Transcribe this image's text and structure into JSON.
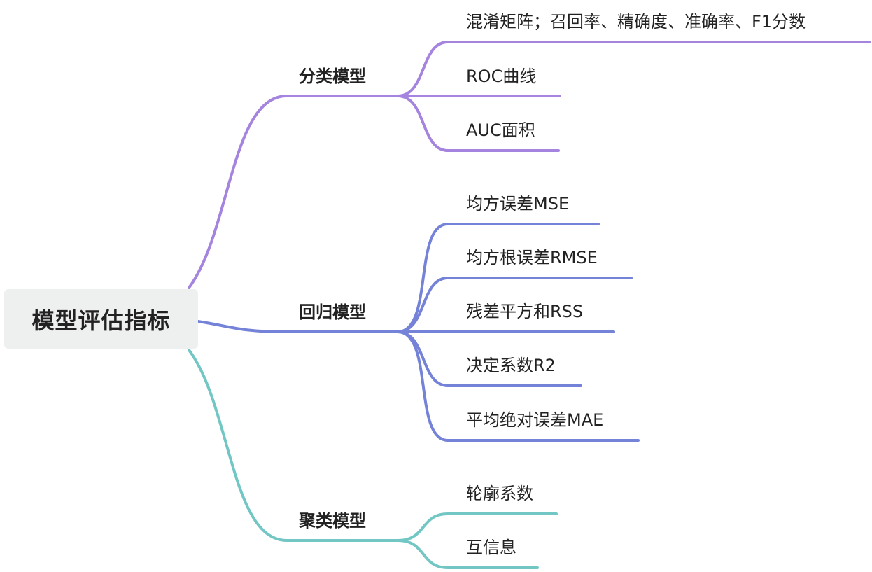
{
  "root": {
    "label": "模型评估指标",
    "icon": "mindmap-root"
  },
  "colors": {
    "classification": "#a484de",
    "regression": "#7482d8",
    "clustering": "#72c7c4",
    "root_fill": "#eeefef",
    "text": "#222222"
  },
  "branches": [
    {
      "id": "classification",
      "label": "分类模型",
      "leaves": [
        "混淆矩阵；召回率、精确度、准确率、F1分数",
        "ROC曲线",
        "AUC面积"
      ]
    },
    {
      "id": "regression",
      "label": "回归模型",
      "leaves": [
        "均方误差MSE",
        "均方根误差RMSE",
        "残差平方和RSS",
        "决定系数R2",
        "平均绝对误差MAE"
      ]
    },
    {
      "id": "clustering",
      "label": "聚类模型",
      "leaves": [
        "轮廓系数",
        "互信息"
      ]
    }
  ]
}
